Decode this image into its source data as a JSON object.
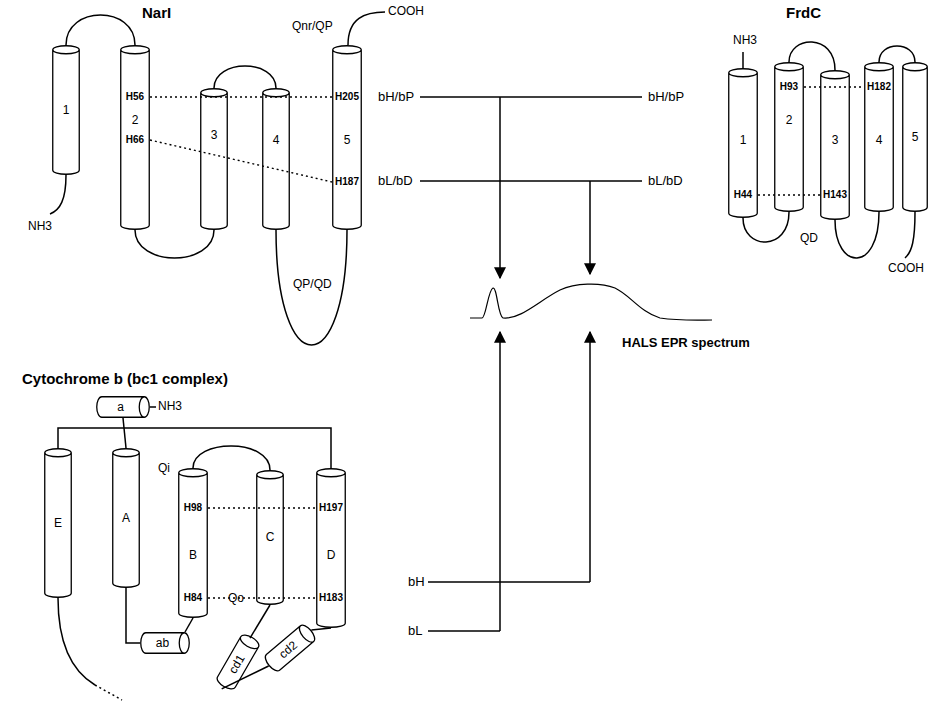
{
  "diagram": {
    "nodes": [
      {
        "text": [
          "1"
        ]
      },
      {
        "text": [
          "H56",
          "2",
          "H66"
        ]
      },
      {
        "text": [
          "3"
        ]
      },
      {
        "text": [
          "4"
        ]
      },
      {
        "text": [
          "H205",
          "5",
          "H187"
        ]
      },
      {
        "text": [
          "1",
          "H44"
        ]
      },
      {
        "text": [
          "H93",
          "2"
        ]
      },
      {
        "text": [
          "3",
          "H143"
        ]
      },
      {
        "text": [
          "H182",
          "4"
        ]
      },
      {
        "text": [
          "5"
        ]
      },
      {
        "text": [
          "a"
        ]
      },
      {
        "text": [
          "E"
        ]
      },
      {
        "text": [
          "A"
        ]
      },
      {
        "text": [
          "H98",
          "B",
          "H84"
        ]
      },
      {
        "text": [
          "C"
        ]
      },
      {
        "text": [
          "H197",
          "D",
          "H183"
        ]
      },
      {
        "text": [
          "ab"
        ]
      },
      {
        "text": [
          "cd1"
        ]
      },
      {
        "text": [
          "cd2"
        ]
      }
    ],
    "edges": [
      {
        "from": 0,
        "to": 1,
        "arrow": "none"
      },
      {
        "from": 1,
        "to": 2,
        "arrow": "none"
      },
      {
        "from": 2,
        "to": 3,
        "arrow": "none"
      },
      {
        "from": 3,
        "to": 4,
        "arrow": "none"
      },
      {
        "from": 1,
        "to": 4,
        "arrow": "none"
      },
      {
        "from": 1,
        "to": 4,
        "arrow": "none"
      },
      {
        "from": 5,
        "to": 6,
        "arrow": "none"
      },
      {
        "from": 6,
        "to": 7,
        "arrow": "none"
      },
      {
        "from": 7,
        "to": 8,
        "arrow": "none"
      },
      {
        "from": 8,
        "to": 9,
        "arrow": "none"
      },
      {
        "from": 6,
        "to": 8,
        "arrow": "none"
      },
      {
        "from": 5,
        "to": 7,
        "arrow": "none"
      },
      {
        "from": 10,
        "to": 12,
        "arrow": "none"
      },
      {
        "from": 11,
        "to": 15,
        "arrow": "none"
      },
      {
        "from": 12,
        "to": 16,
        "arrow": "none"
      },
      {
        "from": 16,
        "to": 13,
        "arrow": "none"
      },
      {
        "from": 13,
        "to": 14,
        "arrow": "none"
      },
      {
        "from": 14,
        "to": 17,
        "arrow": "none"
      },
      {
        "from": 17,
        "to": 18,
        "arrow": "none"
      },
      {
        "from": 18,
        "to": 15,
        "arrow": "none"
      },
      {
        "from": 13,
        "to": 15,
        "arrow": "none"
      },
      {
        "from": 13,
        "to": 15,
        "arrow": "none"
      }
    ],
    "labels": [
      "NarI",
      "Qnr/QP",
      "COOH",
      "NH3",
      "QP/QD",
      "bH/bP",
      "bL/bD",
      "FrdC",
      "NH3",
      "QD",
      "COOH",
      "bH/bP",
      "bL/bD",
      "HALS EPR spectrum",
      "Cytochrome b (bc1 complex)",
      "NH3",
      "Qi",
      "Qo",
      "bH",
      "bL"
    ]
  }
}
